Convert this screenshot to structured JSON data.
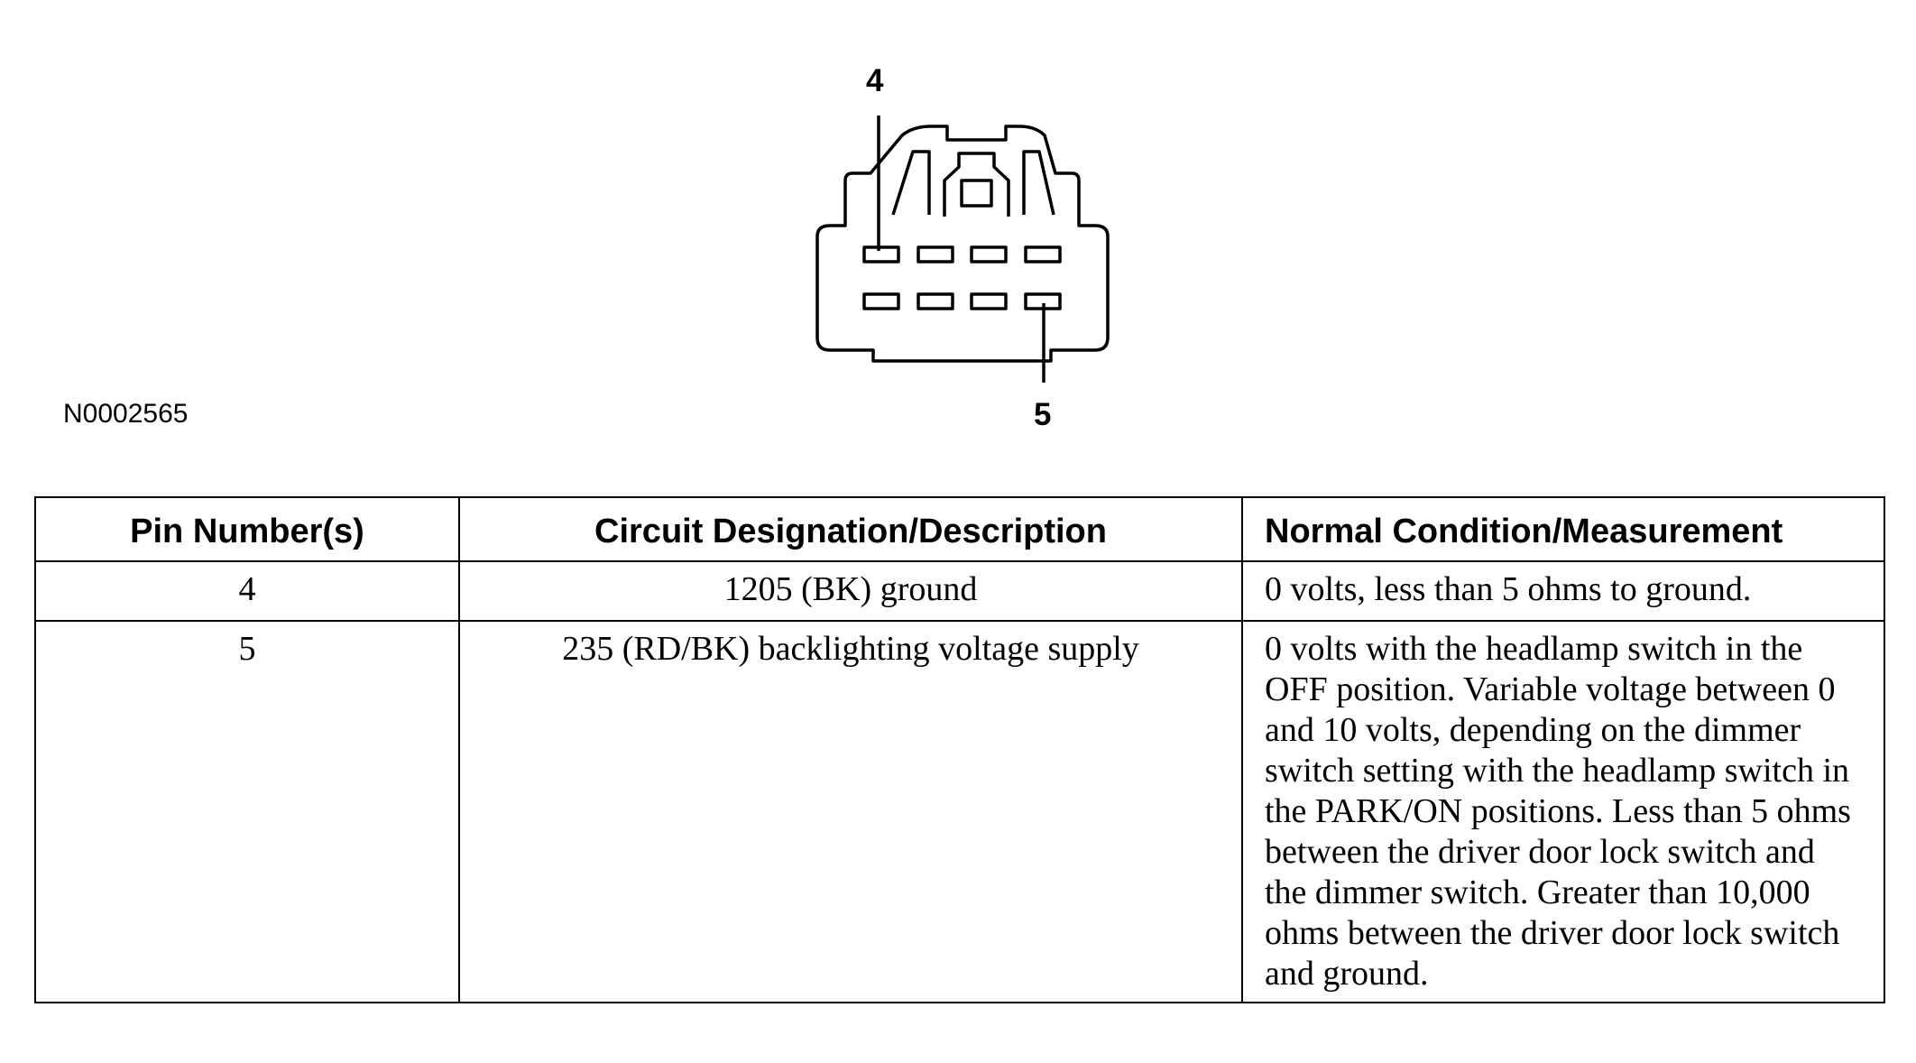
{
  "figure": {
    "id": "N0002565",
    "pin_callouts": [
      "4",
      "5"
    ]
  },
  "table": {
    "headers": [
      "Pin Number(s)",
      "Circuit Designation/Description",
      "Normal Condition/Measurement"
    ],
    "rows": [
      {
        "pin": "4",
        "circuit": "1205 (BK) ground",
        "condition": "0 volts, less than 5 ohms to ground."
      },
      {
        "pin": "5",
        "circuit": "235 (RD/BK) backlighting voltage supply",
        "condition": "0 volts with the headlamp switch in the OFF position. Variable voltage between 0 and 10 volts, depending on the dimmer switch setting with the headlamp switch in the PARK/ON positions. Less than 5 ohms between the driver door lock switch and  the dimmer switch. Greater than 10,000 ohms between the driver door lock switch and ground."
      }
    ]
  }
}
